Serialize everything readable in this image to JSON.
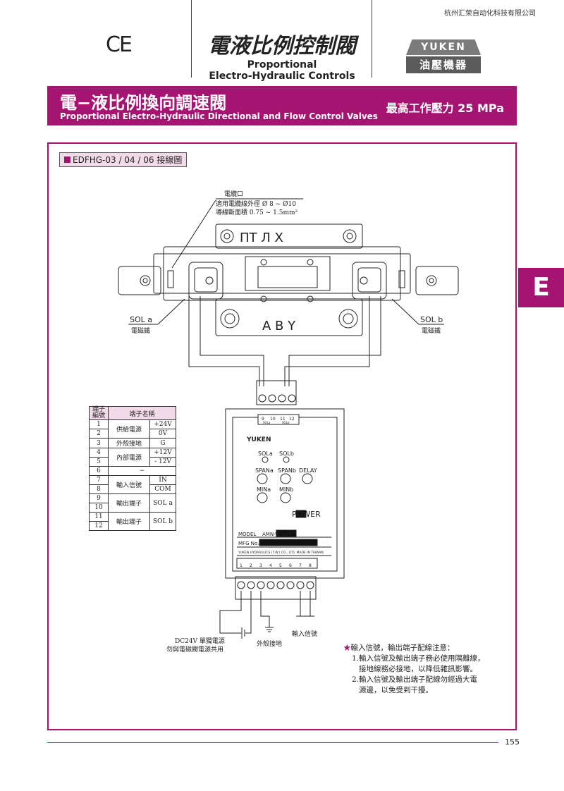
{
  "header": {
    "company": "杭州汇荣自动化科技有限公司",
    "ce_mark": "CE",
    "title_zh": "電液比例控制閥",
    "title_en_line1": "Proportional",
    "title_en_line2": "Electro-Hydraulic Controls",
    "logo_top": "YUKEN",
    "logo_bottom": "油壓機器"
  },
  "banner": {
    "title_zh": "電−液比例換向調速閥",
    "title_en": "Proportional Electro-Hydraulic Directional and Flow Control Valves",
    "pressure": "最高工作壓力  25 MPa"
  },
  "side_tab": "E",
  "section_label": "EDFHG-03 / 04 / 06 接線圖",
  "diagram": {
    "cable_port_title": "電纜口",
    "cable_port_line1": "適用電纜線外徑 Ø 8 ~ Ø10",
    "cable_port_line2": "導線斷面積 0.75 ~ 1.5mm²",
    "valve_top_letters": "ПТ Л  Х",
    "valve_bottom_letters": "A  B  Y",
    "sol_a": "SOL  a",
    "sol_a_zh": "電磁鐵",
    "sol_b": "SOL  b",
    "sol_b_zh": "電磁鐵",
    "amp": {
      "top_terminals": [
        "9",
        "10",
        "11",
        "12"
      ],
      "top_sub": [
        "SOLa",
        "SOLb"
      ],
      "brand": "YUKEN",
      "sola": "SOLa",
      "solb": "SOLb",
      "spana": "SPANa",
      "spanb": "SPANb",
      "delay": "DELAY",
      "mina": "MINa",
      "minb": "MINb",
      "power": "POWER",
      "model_label": "MODEL",
      "model_value": "AMN-W-10T",
      "mfg_label": "MFG No.",
      "maker": "YUKEN HYDRAULICS (T.W.) CO., LTD.      MADE IN TAIWAN",
      "bottom_terminals": [
        "1",
        "2",
        "3",
        "4",
        "5",
        "6",
        "7",
        "8"
      ]
    },
    "dc_label_1": "DC24V 單獨電源",
    "dc_label_2": "勿與電磁閥電源共用",
    "ground_label": "外殼接地",
    "input_label": "輸入信號"
  },
  "terminal_table": {
    "header_no": "端子編號",
    "header_name": "端子名稱",
    "rows": [
      {
        "no": "1",
        "name": "供給電源",
        "val": "+24V"
      },
      {
        "no": "2",
        "name": "",
        "val": "0V"
      },
      {
        "no": "3",
        "name": "外殼接地",
        "val": "G"
      },
      {
        "no": "4",
        "name": "內部電源",
        "val": "+12V"
      },
      {
        "no": "5",
        "name": "",
        "val": "- 12V"
      },
      {
        "no": "6",
        "name": "−",
        "val": ""
      },
      {
        "no": "7",
        "name": "輸入信號",
        "val": "IN"
      },
      {
        "no": "8",
        "name": "",
        "val": "COM"
      },
      {
        "no": "9",
        "name": "輸出端子",
        "val": "SOL a"
      },
      {
        "no": "10",
        "name": "",
        "val": ""
      },
      {
        "no": "11",
        "name": "輸出端子",
        "val": "SOL b"
      },
      {
        "no": "12",
        "name": "",
        "val": ""
      }
    ]
  },
  "note": {
    "title": "輸入信號，輸出端子配線注意：",
    "items": [
      "1.輸入信號及輸出端子務必使用隔離線，",
      "   接地線務必接地，以降低雜訊影響。",
      "2.輸入信號及輸出端子配線勿經過大電",
      "   源邊，以免受到干擾。"
    ]
  },
  "page_number": "155",
  "colors": {
    "accent": "#a51471",
    "accent_light": "#f2dbe8"
  }
}
